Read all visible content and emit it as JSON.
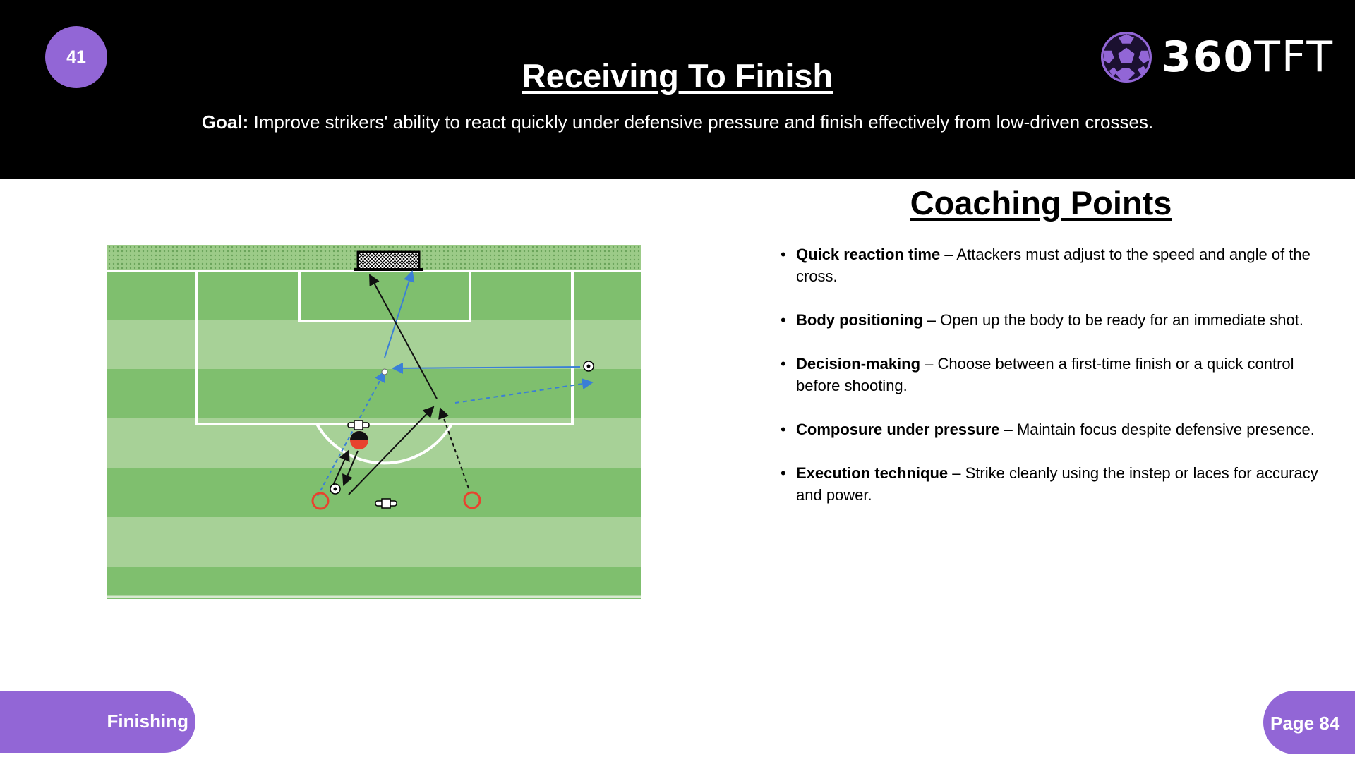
{
  "header": {
    "session_number": "41",
    "title": "Receiving To Finish",
    "goal_label": "Goal:",
    "goal_text": " Improve strikers' ability to react quickly under defensive pressure and finish effectively from low-driven crosses.",
    "logo_text_bold": "360",
    "logo_text_thin": "TFT"
  },
  "coaching": {
    "heading": "Coaching Points",
    "points": [
      {
        "term": "Quick reaction time",
        "text": " – Attackers must adjust to the speed and angle of the cross."
      },
      {
        "term": "Body positioning",
        "text": " – Open up the body to be ready for an immediate shot."
      },
      {
        "term": "Decision-making",
        "text": " – Choose between a first-time finish or a quick control before shooting."
      },
      {
        "term": "Composure under pressure",
        "text": " – Maintain focus despite defensive presence."
      },
      {
        "term": "Execution technique",
        "text": " – Strike cleanly using the instep or laces for accuracy and power."
      }
    ]
  },
  "footer": {
    "category": "Finishing",
    "page": "Page 84"
  },
  "colors": {
    "accent": "#9266d6",
    "header_bg": "#000000",
    "pitch_dark": "#7fbf6e",
    "pitch_light": "#a7d197",
    "pass_blue": "#3a7fd6",
    "attacker": "#e8432e"
  },
  "icons": [
    "soccer-ball-logo-icon",
    "goal-net-icon",
    "soccer-ball-icon",
    "cone-icon",
    "mannequin-icon"
  ]
}
